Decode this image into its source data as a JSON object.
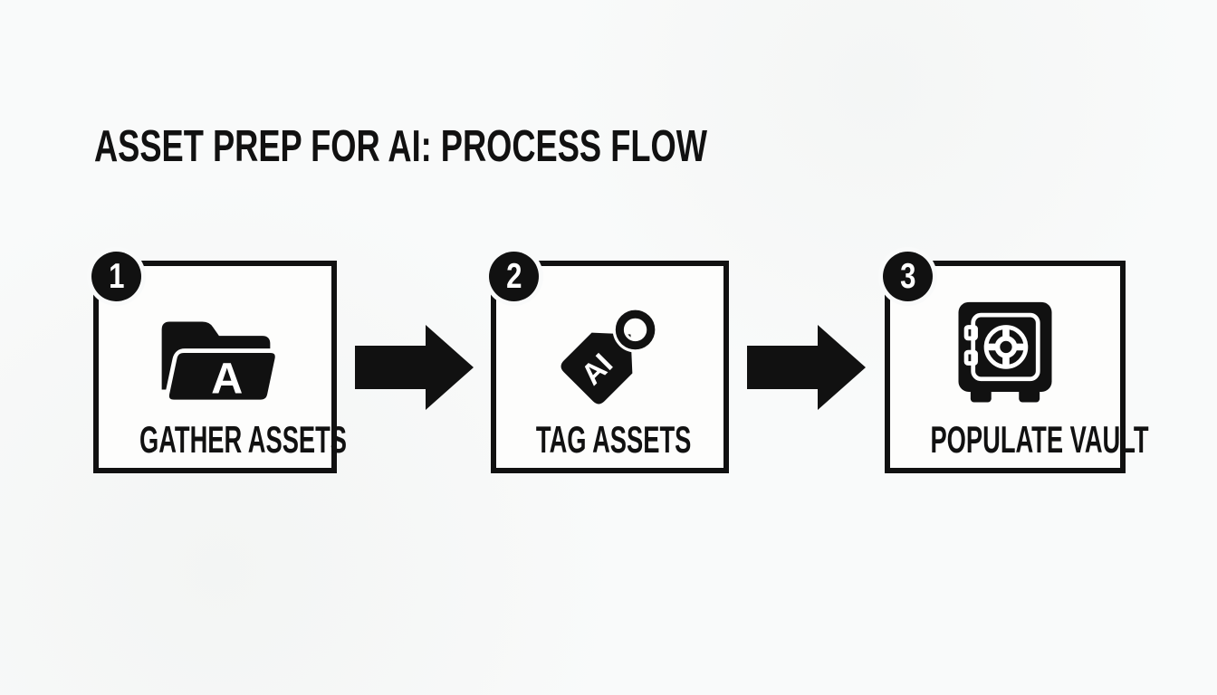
{
  "colors": {
    "ink": "#111111",
    "background": "#f9fafa",
    "panel": "#fdfdfc"
  },
  "title": "ASSET PREP FOR AI: PROCESS FLOW",
  "steps": [
    {
      "number": "1",
      "label": "GATHER ASSETS",
      "icon": "folder-icon",
      "icon_letter": "A"
    },
    {
      "number": "2",
      "label": "TAG ASSETS",
      "icon": "tag-icon",
      "icon_letter": "AI"
    },
    {
      "number": "3",
      "label": "POPULATE VAULT",
      "icon": "vault-icon",
      "icon_letter": ""
    }
  ],
  "connectors": [
    {
      "icon": "arrow-right-icon"
    },
    {
      "icon": "arrow-right-icon"
    }
  ]
}
